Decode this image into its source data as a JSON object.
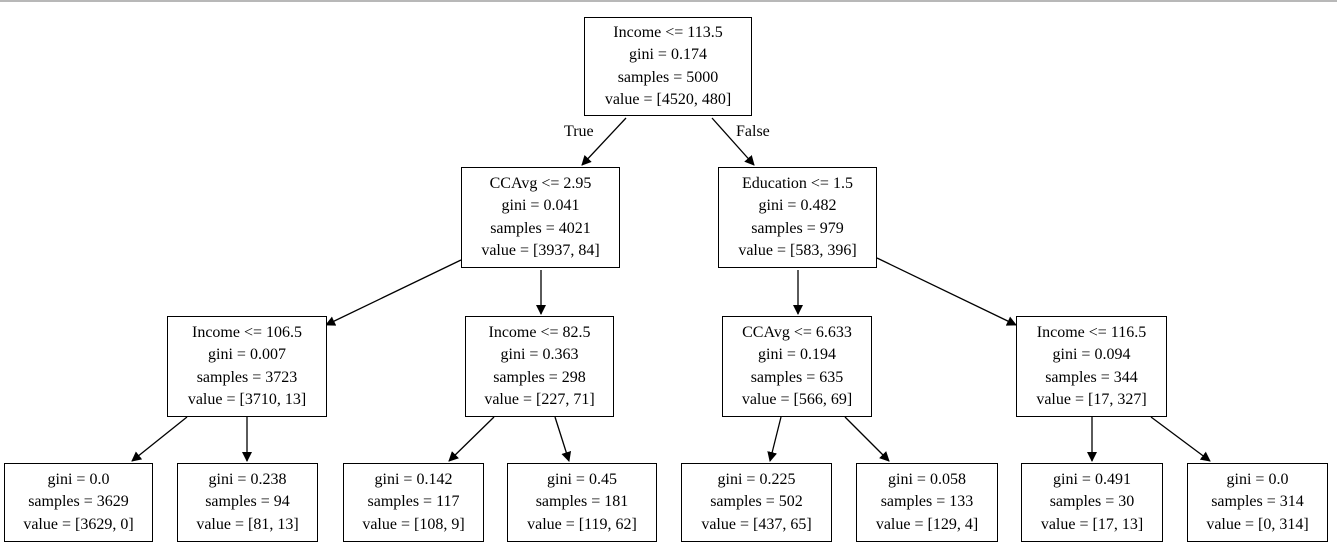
{
  "edge_labels": {
    "true_label": "True",
    "false_label": "False"
  },
  "nodes": {
    "root": {
      "lines": [
        "Income <= 113.5",
        "gini = 0.174",
        "samples = 5000",
        "value = [4520, 480]"
      ]
    },
    "l": {
      "lines": [
        "CCAvg <= 2.95",
        "gini = 0.041",
        "samples = 4021",
        "value = [3937, 84]"
      ]
    },
    "r": {
      "lines": [
        "Education <= 1.5",
        "gini = 0.482",
        "samples = 979",
        "value = [583, 396]"
      ]
    },
    "ll": {
      "lines": [
        "Income <= 106.5",
        "gini = 0.007",
        "samples = 3723",
        "value = [3710, 13]"
      ]
    },
    "lr": {
      "lines": [
        "Income <= 82.5",
        "gini = 0.363",
        "samples = 298",
        "value = [227, 71]"
      ]
    },
    "rl": {
      "lines": [
        "CCAvg <= 6.633",
        "gini = 0.194",
        "samples = 635",
        "value = [566, 69]"
      ]
    },
    "rr": {
      "lines": [
        "Income <= 116.5",
        "gini = 0.094",
        "samples = 344",
        "value = [17, 327]"
      ]
    },
    "lll": {
      "lines": [
        "gini = 0.0",
        "samples = 3629",
        "value = [3629, 0]"
      ]
    },
    "llr": {
      "lines": [
        "gini = 0.238",
        "samples = 94",
        "value = [81, 13]"
      ]
    },
    "lrl": {
      "lines": [
        "gini = 0.142",
        "samples = 117",
        "value = [108, 9]"
      ]
    },
    "lrr": {
      "lines": [
        "gini = 0.45",
        "samples = 181",
        "value = [119, 62]"
      ]
    },
    "rll": {
      "lines": [
        "gini = 0.225",
        "samples = 502",
        "value = [437, 65]"
      ]
    },
    "rlr": {
      "lines": [
        "gini = 0.058",
        "samples = 133",
        "value = [129, 4]"
      ]
    },
    "rrl": {
      "lines": [
        "gini = 0.491",
        "samples = 30",
        "value = [17, 13]"
      ]
    },
    "rrr": {
      "lines": [
        "gini = 0.0",
        "samples = 314",
        "value = [0, 314]"
      ]
    }
  }
}
